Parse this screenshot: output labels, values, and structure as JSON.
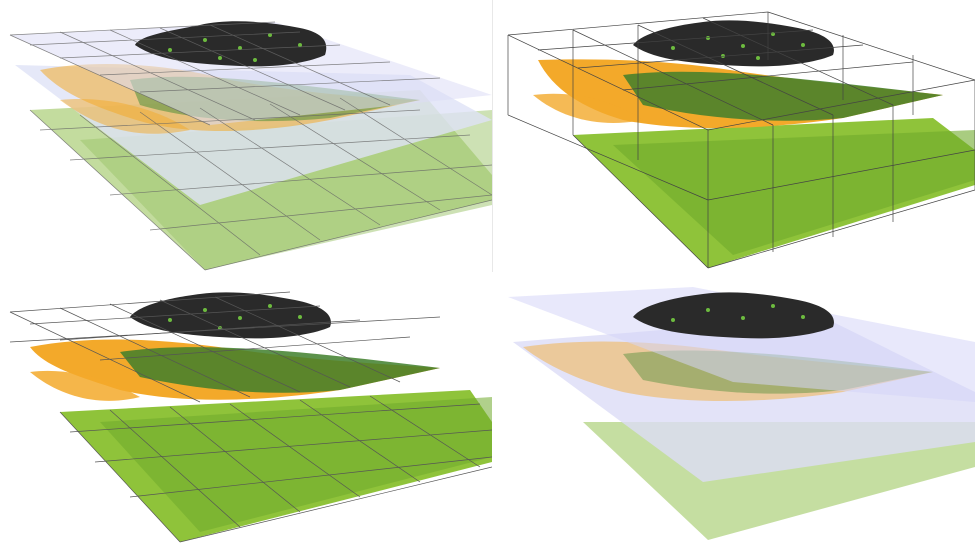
{
  "panels": [
    {
      "id": "p1",
      "style": "translucent-planes-with-grid",
      "grid": "partial"
    },
    {
      "id": "p2",
      "style": "wireframe-boxes",
      "grid": "3d"
    },
    {
      "id": "p3",
      "style": "wire-grid-planes",
      "grid": "2d"
    },
    {
      "id": "p4",
      "style": "translucent-planes-no-grid",
      "grid": "none"
    }
  ],
  "colors": {
    "dark_blob": "#2a2a2a",
    "green": "#7cb342",
    "dark_green": "#3f7f2c",
    "orange": "#f3a92a",
    "lavender": "#c9c9f3",
    "grid": "#555555"
  }
}
